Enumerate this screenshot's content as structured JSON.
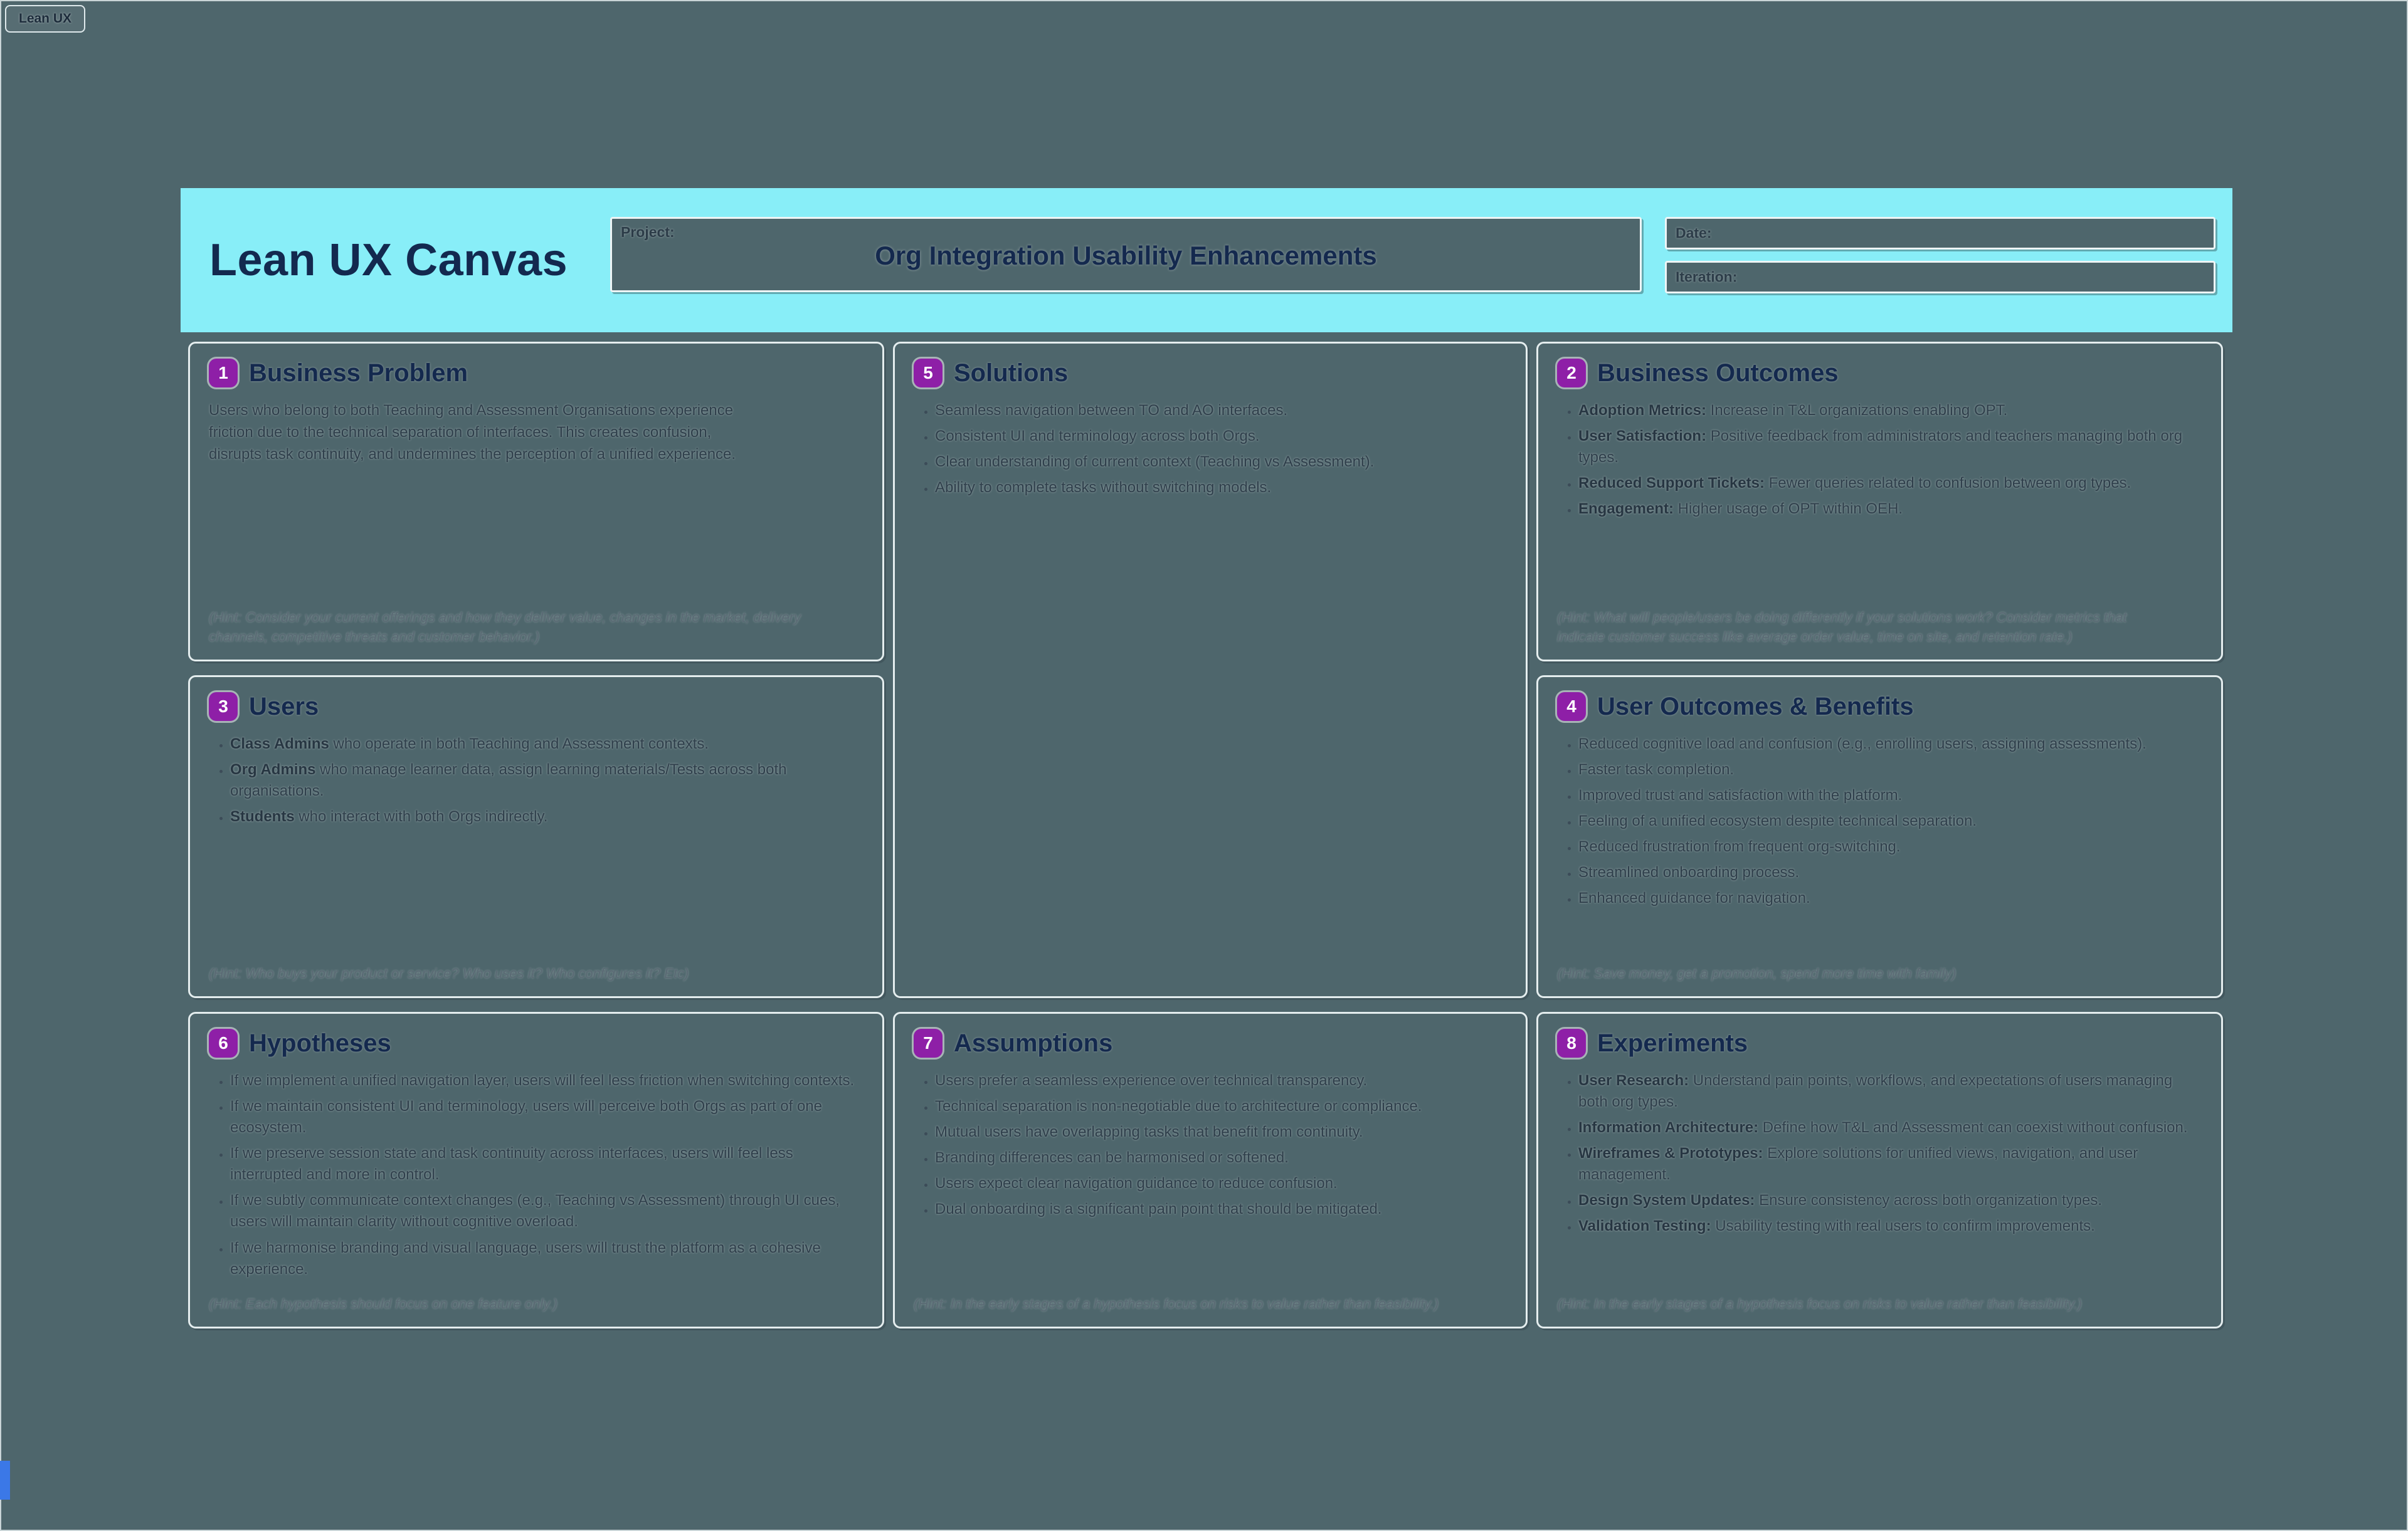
{
  "app": {
    "tab_label": "Lean UX"
  },
  "header": {
    "title": "Lean UX Canvas",
    "project_label": "Project:",
    "project_value": "Org Integration Usability Enhancements",
    "date_label": "Date:",
    "date_value": "",
    "iteration_label": "Iteration:",
    "iteration_value": ""
  },
  "colors": {
    "page_background": "#4e666c",
    "header_band": "#88eef8",
    "title_navy": "#13294f",
    "badge_purple": "#8e1fa7",
    "box_border": "#ecf4f6",
    "body_text": "#2f3f4b",
    "hint_text": "#5a6a74"
  },
  "sections": {
    "business_problem": {
      "number": "1",
      "title": "Business Problem",
      "body": "Users who belong to both Teaching and Assessment Organisations experience friction due to the technical separation of interfaces. This creates confusion, disrupts task continuity, and undermines the perception of a unified experience.",
      "hint": "(Hint: Consider your current offerings and how they deliver value, changes in the market, delivery channels, competitive threats and customer behavior.)"
    },
    "solutions": {
      "number": "5",
      "title": "Solutions",
      "bullets": [
        "Seamless navigation between TO and AO interfaces.",
        "Consistent UI and terminology across both Orgs.",
        "Clear understanding of current context (Teaching vs Assessment).",
        "Ability to complete tasks without switching models."
      ]
    },
    "business_outcomes": {
      "number": "2",
      "title": "Business Outcomes",
      "bullets": [
        {
          "lead": "Adoption Metrics:",
          "text": " Increase in T&L organizations enabling OPT."
        },
        {
          "lead": "User Satisfaction:",
          "text": " Positive feedback from administrators and teachers managing both org types."
        },
        {
          "lead": "Reduced Support Tickets:",
          "text": " Fewer queries related to confusion between org types."
        },
        {
          "lead": "Engagement:",
          "text": " Higher usage of OPT within OEH."
        }
      ],
      "hint": "(Hint: What will people/users be doing differently if your solutions work? Consider metrics that indicate customer success like average order value, time on site, and retention rate.)"
    },
    "users": {
      "number": "3",
      "title": "Users",
      "bullets": [
        {
          "lead": "Class Admins",
          "text": " who operate in both Teaching and Assessment contexts."
        },
        {
          "lead": "Org Admins",
          "text": " who manage learner data, assign learning materials/Tests across both organisations."
        },
        {
          "lead": "Students",
          "text": " who interact with both Orgs indirectly."
        }
      ],
      "hint": "(Hint: Who buys your product or service? Who uses it? Who configures it? Etc)"
    },
    "user_outcomes": {
      "number": "4",
      "title": "User Outcomes & Benefits",
      "bullets": [
        "Reduced cognitive load and confusion (e.g., enrolling users, assigning assessments).",
        "Faster task completion.",
        "Improved trust and satisfaction with the platform.",
        "Feeling of a unified ecosystem despite technical separation.",
        "Reduced frustration from frequent org-switching.",
        "Streamlined onboarding process.",
        "Enhanced guidance for navigation."
      ],
      "hint": "(Hint: Save money, get a promotion, spend more time with family)"
    },
    "hypotheses": {
      "number": "6",
      "title": "Hypotheses",
      "bullets": [
        "If we implement a unified navigation layer, users will feel less friction when switching contexts.",
        "If we maintain consistent UI and terminology, users will perceive both Orgs as part of one ecosystem.",
        "If we preserve session state and task continuity across interfaces, users will feel less interrupted and more in control.",
        "If we subtly communicate context changes (e.g., Teaching vs Assessment) through UI cues, users will maintain clarity without cognitive overload.",
        "If we harmonise branding and visual language, users will trust the platform as a cohesive experience."
      ],
      "hint": "(Hint: Each hypothesis should focus on one feature only.)"
    },
    "assumptions": {
      "number": "7",
      "title": "Assumptions",
      "bullets": [
        "Users prefer a seamless experience over technical transparency.",
        "Technical separation is non-negotiable due to architecture or compliance.",
        "Mutual users have overlapping tasks that benefit from continuity.",
        "Branding differences can be harmonised or softened.",
        "Users expect clear navigation guidance to reduce confusion.",
        "Dual onboarding is a significant pain point that should be mitigated."
      ],
      "hint": "(Hint: In the early stages of a hypothesis focus on risks to value rather than feasibility.)"
    },
    "experiments": {
      "number": "8",
      "title": "Experiments",
      "bullets": [
        {
          "lead": "User Research:",
          "text": " Understand pain points, workflows, and expectations of users managing both org types."
        },
        {
          "lead": "Information Architecture:",
          "text": " Define how T&L and Assessment can coexist without confusion."
        },
        {
          "lead": "Wireframes & Prototypes:",
          "text": " Explore solutions for unified views, navigation, and user management."
        },
        {
          "lead": "Design System Updates:",
          "text": " Ensure consistency across both organization types."
        },
        {
          "lead": "Validation Testing:",
          "text": " Usability testing with real users to confirm improvements."
        }
      ],
      "hint": "(Hint: In the early stages of a hypothesis focus on risks to value rather than feasibility.)"
    }
  }
}
